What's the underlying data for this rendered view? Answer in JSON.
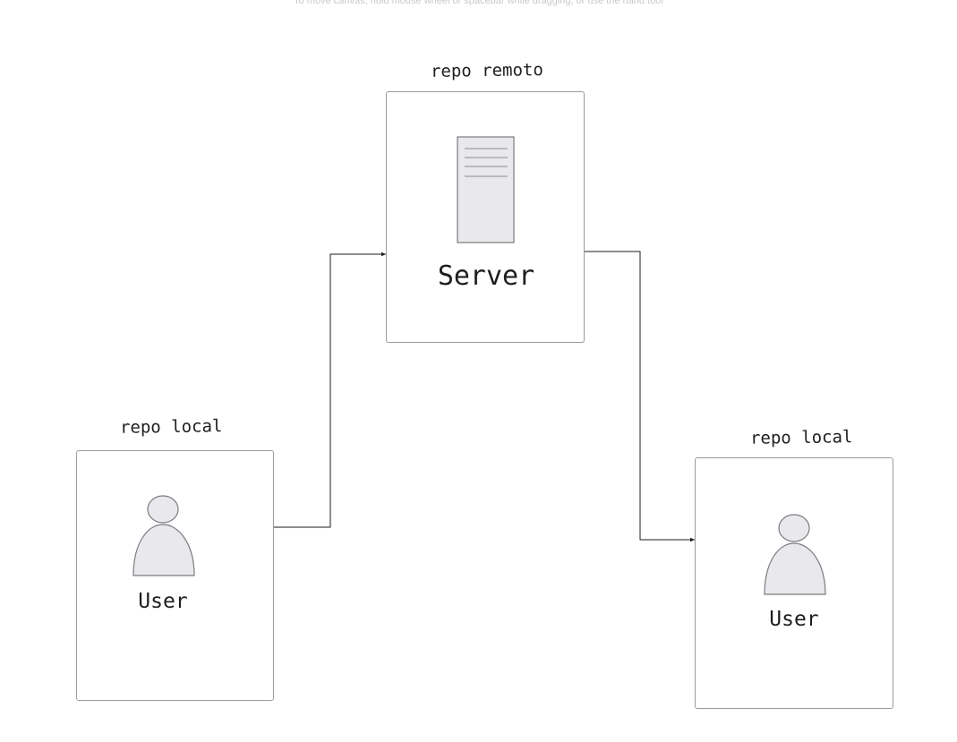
{
  "canvas": {
    "hint": "To move canvas, hold mouse wheel or spacebar while dragging, or use the hand tool"
  },
  "nodes": {
    "remote": {
      "caption": "repo remoto",
      "label": "Server",
      "icon": "server-icon"
    },
    "local_left": {
      "caption": "repo local",
      "label": "User",
      "icon": "user-icon"
    },
    "local_right": {
      "caption": "repo local",
      "label": "User",
      "icon": "user-icon"
    }
  },
  "edges": [
    {
      "from": "local_left",
      "to": "remote"
    },
    {
      "from": "remote",
      "to": "local_right"
    }
  ],
  "colors": {
    "stroke": "#1e1e1e",
    "box_border": "#9a9a9f",
    "icon_fill": "#e9e9ed",
    "icon_stroke": "#7a7a80",
    "hint_text": "#c9c9cf"
  }
}
